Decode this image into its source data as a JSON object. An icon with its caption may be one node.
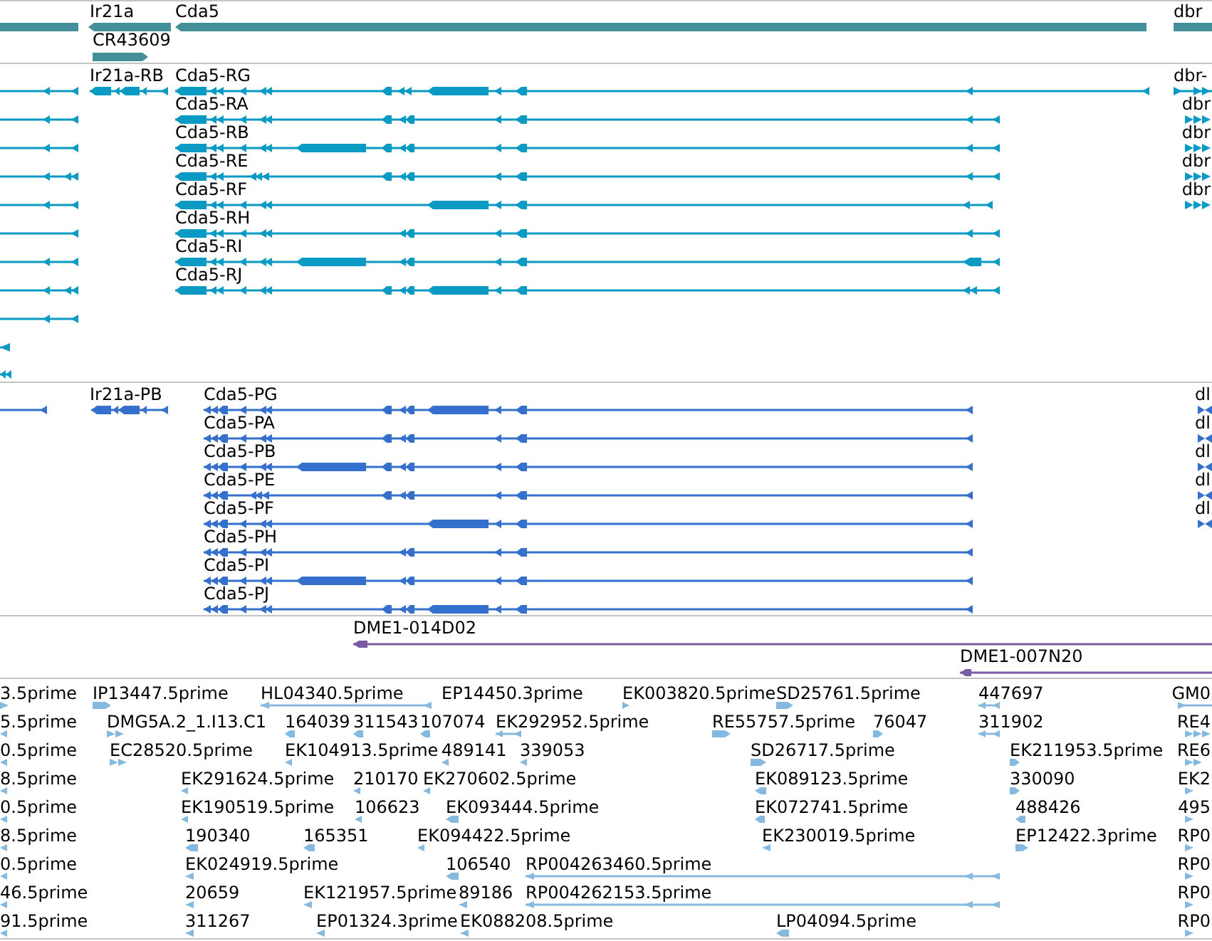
{
  "diagram": {
    "nodes": [
      {
        "text": [],
        "shape": "bar"
      },
      {
        "text": [
          "Ir21a"
        ]
      },
      {
        "text": [
          "Cda5"
        ]
      },
      {
        "text": [
          "dbr"
        ]
      },
      {
        "text": [
          "CR43609"
        ]
      },
      {
        "text": [],
        "shape": "arrow"
      },
      {
        "text": [
          "Ir21a-RB"
        ]
      },
      {
        "text": [
          "Cda5-RG"
        ]
      },
      {
        "text": [
          "dbr-"
        ]
      },
      {
        "text": [],
        "shape": "arrow"
      },
      {
        "text": [
          "Cda5-RA"
        ]
      },
      {
        "text": [
          "dbr"
        ]
      },
      {
        "text": [],
        "shape": "arrow"
      },
      {
        "text": [
          "Cda5-RB"
        ]
      },
      {
        "text": [
          "dbr"
        ]
      },
      {
        "text": [],
        "shape": "arrow"
      },
      {
        "text": [
          "Cda5-RE"
        ]
      },
      {
        "text": [
          "dbr"
        ]
      },
      {
        "text": [],
        "shape": "arrow"
      },
      {
        "text": [
          "Cda5-RF"
        ]
      },
      {
        "text": [
          "dbr"
        ]
      },
      {
        "text": [],
        "shape": "arrow"
      },
      {
        "text": [
          "Cda5-RH"
        ]
      },
      {
        "text": [],
        "shape": "arrow"
      },
      {
        "text": [
          "Cda5-RI"
        ]
      },
      {
        "text": [],
        "shape": "arrow"
      },
      {
        "text": [
          "Cda5-RJ"
        ]
      },
      {
        "text": [],
        "shape": "arrow"
      },
      {
        "text": [],
        "shape": "arrow"
      },
      {
        "text": [],
        "shape": "arrow"
      },
      {
        "text": [],
        "shape": "arrow"
      },
      {
        "text": [
          "Ir21a-PB"
        ]
      },
      {
        "text": [
          "Cda5-PG"
        ]
      },
      {
        "text": [
          "dl"
        ]
      },
      {
        "text": [
          "Cda5-PA"
        ]
      },
      {
        "text": [
          "dl"
        ]
      },
      {
        "text": [
          "Cda5-PB"
        ]
      },
      {
        "text": [
          "dl"
        ]
      },
      {
        "text": [
          "Cda5-PE"
        ]
      },
      {
        "text": [
          "dl"
        ]
      },
      {
        "text": [
          "Cda5-PF"
        ]
      },
      {
        "text": [
          "dl"
        ]
      },
      {
        "text": [
          "Cda5-PH"
        ]
      },
      {
        "text": [
          "Cda5-PI"
        ]
      },
      {
        "text": [
          "Cda5-PJ"
        ]
      },
      {
        "text": [
          "DME1-014D02"
        ]
      },
      {
        "text": [
          "DME1-007N20"
        ]
      },
      {
        "text": [
          "3.5prime"
        ]
      },
      {
        "text": [
          "IP13447.5prime"
        ]
      },
      {
        "text": [
          "HL04340.5prime"
        ]
      },
      {
        "text": [
          "EP14450.3prime"
        ]
      },
      {
        "text": [
          "EK003820.5prime"
        ]
      },
      {
        "text": [
          "SD25761.5prime"
        ]
      },
      {
        "text": [
          "447697"
        ]
      },
      {
        "text": [
          "GM0"
        ]
      },
      {
        "text": [
          "5.5prime"
        ]
      },
      {
        "text": [
          "DMG5A.2_1.I13.C1"
        ]
      },
      {
        "text": [
          "164039"
        ]
      },
      {
        "text": [
          "311543"
        ]
      },
      {
        "text": [
          "107074"
        ]
      },
      {
        "text": [
          "EK292952.5prime"
        ]
      },
      {
        "text": [
          "RE55757.5prime"
        ]
      },
      {
        "text": [
          "76047"
        ]
      },
      {
        "text": [
          "311902"
        ]
      },
      {
        "text": [
          "RE4"
        ]
      },
      {
        "text": [
          "0.5prime"
        ]
      },
      {
        "text": [
          "EC28520.5prime"
        ]
      },
      {
        "text": [
          "EK104913.5prime"
        ]
      },
      {
        "text": [
          "489141"
        ]
      },
      {
        "text": [
          "339053"
        ]
      },
      {
        "text": [
          "SD26717.5prime"
        ]
      },
      {
        "text": [
          "EK211953.5prime"
        ]
      },
      {
        "text": [
          "RE6"
        ]
      },
      {
        "text": [
          "8.5prime"
        ]
      },
      {
        "text": [
          "EK291624.5prime"
        ]
      },
      {
        "text": [
          "210170"
        ]
      },
      {
        "text": [
          "EK270602.5prime"
        ]
      },
      {
        "text": [
          "EK089123.5prime"
        ]
      },
      {
        "text": [
          "330090"
        ]
      },
      {
        "text": [
          "EK2"
        ]
      },
      {
        "text": [
          "0.5prime"
        ]
      },
      {
        "text": [
          "EK190519.5prime"
        ]
      },
      {
        "text": [
          "106623"
        ]
      },
      {
        "text": [
          "EK093444.5prime"
        ]
      },
      {
        "text": [
          "EK072741.5prime"
        ]
      },
      {
        "text": [
          "488426"
        ]
      },
      {
        "text": [
          "495"
        ]
      },
      {
        "text": [
          "8.5prime"
        ]
      },
      {
        "text": [
          "190340"
        ]
      },
      {
        "text": [
          "165351"
        ]
      },
      {
        "text": [
          "EK094422.5prime"
        ]
      },
      {
        "text": [
          "EK230019.5prime"
        ]
      },
      {
        "text": [
          "EP12422.3prime"
        ]
      },
      {
        "text": [
          "RP0"
        ]
      },
      {
        "text": [
          "0.5prime"
        ]
      },
      {
        "text": [
          "EK024919.5prime"
        ]
      },
      {
        "text": [
          "106540"
        ]
      },
      {
        "text": [
          "RP004263460.5prime"
        ]
      },
      {
        "text": [
          "RP0"
        ]
      },
      {
        "text": [
          "46.5prime"
        ]
      },
      {
        "text": [
          "20659"
        ]
      },
      {
        "text": [
          "EK121957.5prime"
        ]
      },
      {
        "text": [
          "89186"
        ]
      },
      {
        "text": [
          "RP004262153.5prime"
        ]
      },
      {
        "text": [
          "RP0"
        ]
      },
      {
        "text": [
          "91.5prime"
        ]
      },
      {
        "text": [
          "311267"
        ]
      },
      {
        "text": [
          "EP01324.3prime"
        ]
      },
      {
        "text": [
          "EK088208.5prime"
        ]
      },
      {
        "text": [
          "LP04094.5prime"
        ]
      },
      {
        "text": [
          "RP0"
        ]
      }
    ]
  }
}
